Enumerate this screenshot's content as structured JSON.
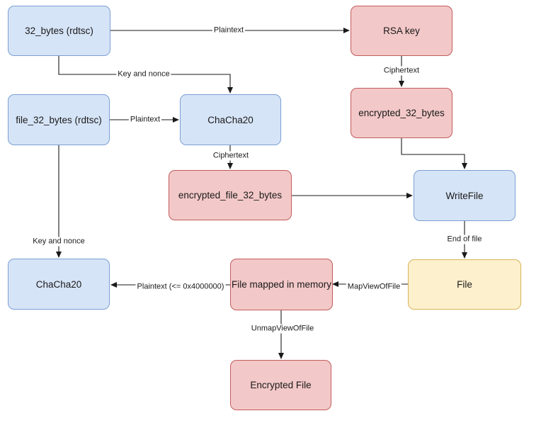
{
  "nodes": {
    "bytes32": "32_bytes (rdtsc)",
    "rsa_key": "RSA key",
    "file_bytes32": "file_32_bytes (rdtsc)",
    "chacha_top": "ChaCha20",
    "encrypted_32": "encrypted_32_bytes",
    "encrypted_file_32": "encrypted_file_32_bytes",
    "writefile": "WriteFile",
    "chacha_bottom": "ChaCha20",
    "file_mapped": "File mapped in memory",
    "file": "File",
    "encrypted_file": "Encrypted File"
  },
  "edges": {
    "plaintext_top": "Plaintext",
    "key_nonce_top": "Key and nonce",
    "ciphertext_rsa": "Ciphertext",
    "plaintext_mid": "Plaintext",
    "ciphertext_chacha": "Ciphertext",
    "key_nonce_left": "Key and nonce",
    "end_of_file": "End of file",
    "plaintext_limit": "Plaintext (<= 0x4000000)",
    "mapviewoffile": "MapViewOfFile",
    "unmapviewoffile": "UnmapViewOfFile"
  },
  "colors": {
    "blue_fill": "#d6e4f7",
    "red_fill": "#f3c8c8",
    "yellow_fill": "#fdf0cc",
    "edge": "#1a1a1a"
  }
}
